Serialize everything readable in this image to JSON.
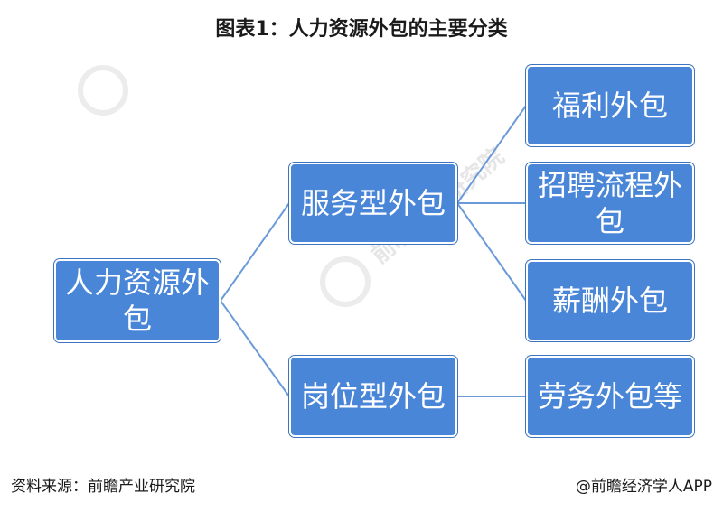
{
  "title": "图表1：人力资源外包的主要分类",
  "nodes": {
    "root": "人力资源外包",
    "service": "服务型外包",
    "post": "岗位型外包",
    "welfare": "福利外包",
    "recruit": "招聘流程外包",
    "salary": "薪酬外包",
    "labor": "劳务外包等"
  },
  "footer": {
    "source": "资料来源：前瞻产业研究院",
    "credit": "@前瞻经济学人APP"
  },
  "watermark": {
    "text": "前瞻产业研究院"
  },
  "colors": {
    "node_fill": "#4a86d8",
    "connector": "#6a9ad8"
  }
}
